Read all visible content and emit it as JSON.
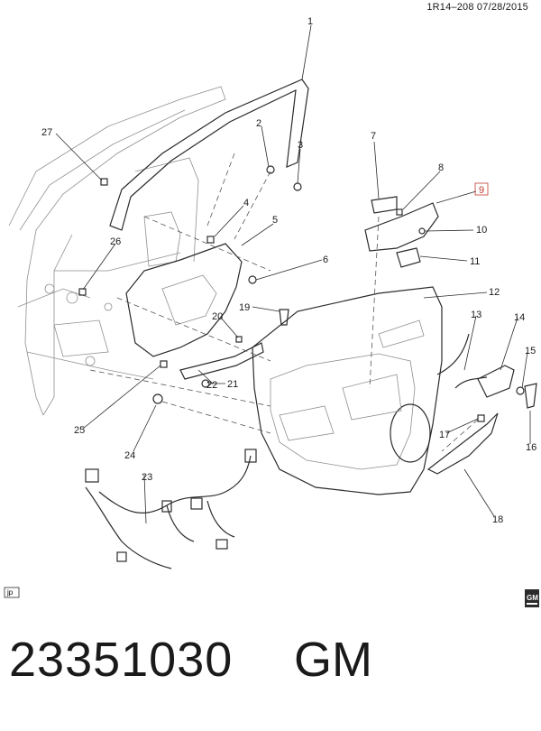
{
  "header": {
    "code": "1R14–208  07/28/2015"
  },
  "diagram": {
    "callouts": [
      {
        "id": "c1",
        "label": "1"
      },
      {
        "id": "c2",
        "label": "2"
      },
      {
        "id": "c3",
        "label": "3"
      },
      {
        "id": "c4",
        "label": "4"
      },
      {
        "id": "c5",
        "label": "5"
      },
      {
        "id": "c6",
        "label": "6"
      },
      {
        "id": "c7",
        "label": "7"
      },
      {
        "id": "c8",
        "label": "8"
      },
      {
        "id": "c9",
        "label": "9",
        "highlighted": true
      },
      {
        "id": "c10",
        "label": "10"
      },
      {
        "id": "c11",
        "label": "11"
      },
      {
        "id": "c12",
        "label": "12"
      },
      {
        "id": "c13",
        "label": "13"
      },
      {
        "id": "c14",
        "label": "14"
      },
      {
        "id": "c15",
        "label": "15"
      },
      {
        "id": "c16",
        "label": "16"
      },
      {
        "id": "c17",
        "label": "17"
      },
      {
        "id": "c18",
        "label": "18"
      },
      {
        "id": "c19",
        "label": "19"
      },
      {
        "id": "c20",
        "label": "20"
      },
      {
        "id": "c21",
        "label": "21"
      },
      {
        "id": "c22",
        "label": "22"
      },
      {
        "id": "c23",
        "label": "23"
      },
      {
        "id": "c24",
        "label": "24"
      },
      {
        "id": "c25",
        "label": "25"
      },
      {
        "id": "c26",
        "label": "26"
      },
      {
        "id": "c27",
        "label": "27"
      }
    ],
    "badge_left": "jp",
    "badge_right": "GM",
    "highlight_color": "#c0392b"
  },
  "footer": {
    "part_number": "23351030",
    "brand": "GM"
  }
}
